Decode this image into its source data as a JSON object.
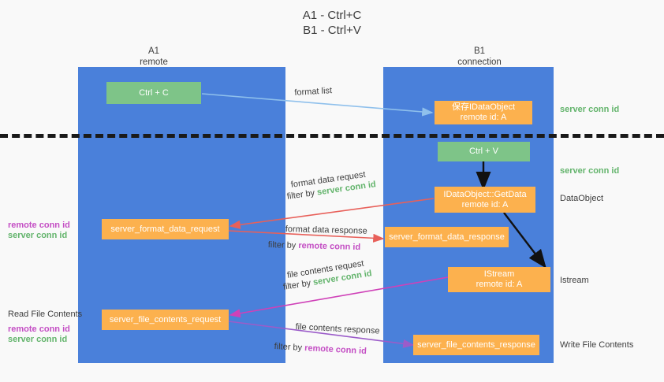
{
  "title": {
    "line1": "A1 - Ctrl+C",
    "line2": "B1 - Ctrl+V"
  },
  "columns": [
    {
      "name": "A1",
      "sub": "remote"
    },
    {
      "name": "B1",
      "sub": "connection"
    }
  ],
  "nodes": {
    "ctrl_c": "Ctrl + C",
    "ctrl_v": "Ctrl + V",
    "idataobject_top_l1": "保存IDataObject",
    "idataobject_top_l2": "remote id: A",
    "getdata_l1": "IDataObject::GetData",
    "getdata_l2": "remote id: A",
    "istream_l1": "IStream",
    "istream_l2": "remote id: A",
    "server_format_data_request": "server_format_data_request",
    "server_format_data_response": "server_format_data_response",
    "server_file_contents_request": "server_file_contents_request",
    "server_file_contents_response": "server_file_contents_response"
  },
  "right_labels": {
    "server_conn_id_top": "server conn id",
    "server_conn_id_second": "server conn id",
    "dataobject": "DataObject",
    "istream": "Istream",
    "write_file_contents": "Write File Contents"
  },
  "left_labels": {
    "remote_conn_id_1": "remote conn id",
    "server_conn_id_1": "server conn id",
    "read_file_contents": "Read File Contents",
    "remote_conn_id_2": "remote conn id",
    "server_conn_id_2": "server conn id"
  },
  "edges": {
    "format_list": "format list",
    "format_data_request": "format data request",
    "format_data_request_filter_pre": "filter by ",
    "format_data_request_filter_key": "server conn id",
    "format_data_response": "format data response",
    "format_data_response_filter_pre": "filter by ",
    "format_data_response_filter_key": "remote conn id",
    "file_contents_request": "file contents request",
    "file_contents_request_filter_pre": "filter by ",
    "file_contents_request_filter_key": "server conn id",
    "file_contents_response": "file contents response",
    "file_contents_response_filter_pre": "filter by ",
    "file_contents_response_filter_key": "remote conn id"
  },
  "colors": {
    "lane": "#4a80da",
    "orange": "#fcb14e",
    "green_box": "#7ec488",
    "green_text": "#63b46c",
    "purple_text": "#c44ec4",
    "arrow_light_blue": "#8fc0ec",
    "arrow_red": "#e8605a",
    "arrow_magenta": "#cf41b8",
    "arrow_purple": "#9b5cc9",
    "arrow_black": "#111111",
    "background": "#f9f9f9"
  }
}
